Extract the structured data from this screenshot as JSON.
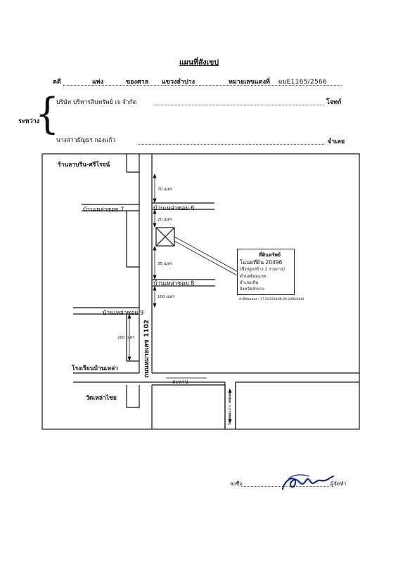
{
  "header": {
    "title": "แผนที่สังเขป",
    "case_label": "คดี",
    "case_type": "แพ่ง",
    "court_label": "ของศาล",
    "court_name": "แขวงลำปาง",
    "case_no_label": "หมายเลขแดงที่",
    "case_no": "ผบE1165/2566"
  },
  "parties": {
    "between_label": "ระหว่าง",
    "plaintiff": "บริษัท บริหารสินทรัพย์ เจ จำกัด",
    "plaintiff_role": "โจทก์",
    "defendant": "นางสาวธัญธร กองแก้ว",
    "defendant_role": "จำเลย"
  },
  "map": {
    "shop": "ร้านลาบริน-ศรีโรจน์",
    "soi7": "บ้านเหล่าซอย 7",
    "soi6": "บ้านเหล่าซอย 6",
    "soi8": "บ้านเหล่าซอย 8",
    "soi9": "บ้านเหล่าซอย 9",
    "school": "โรงเรียนบ้านเหล่า",
    "temple": "วัดเหล่าไชย",
    "main_road": "ถนนหมายเลข 1102",
    "bridge": "สะพาน",
    "side_road": "บ้านท่อนเมาะ-หญ้าด",
    "dist_70": "70 เมตร",
    "dist_20": "20 เมตร",
    "dist_35": "35 เมตร",
    "dist_100": "100 เมตร",
    "dist_200": "200 เมตร",
    "property": {
      "heading": "ที่ดินทรัพย์",
      "deed": "โฉนดที่ดิน 20496",
      "building": "(ซึ่งปลูกสร้าง 1 รายการ)",
      "tambon": "ตำบลต้อมแรด",
      "amphoe": "อำเภอเถิน",
      "province": "จังหวัดลำปาง"
    },
    "coords": "ค่าพิกัดแปลง : 17.59331408,99.20864441"
  },
  "signature": {
    "sign_label": "ลงชื่อ",
    "role": "ผู้จัดทำ"
  }
}
